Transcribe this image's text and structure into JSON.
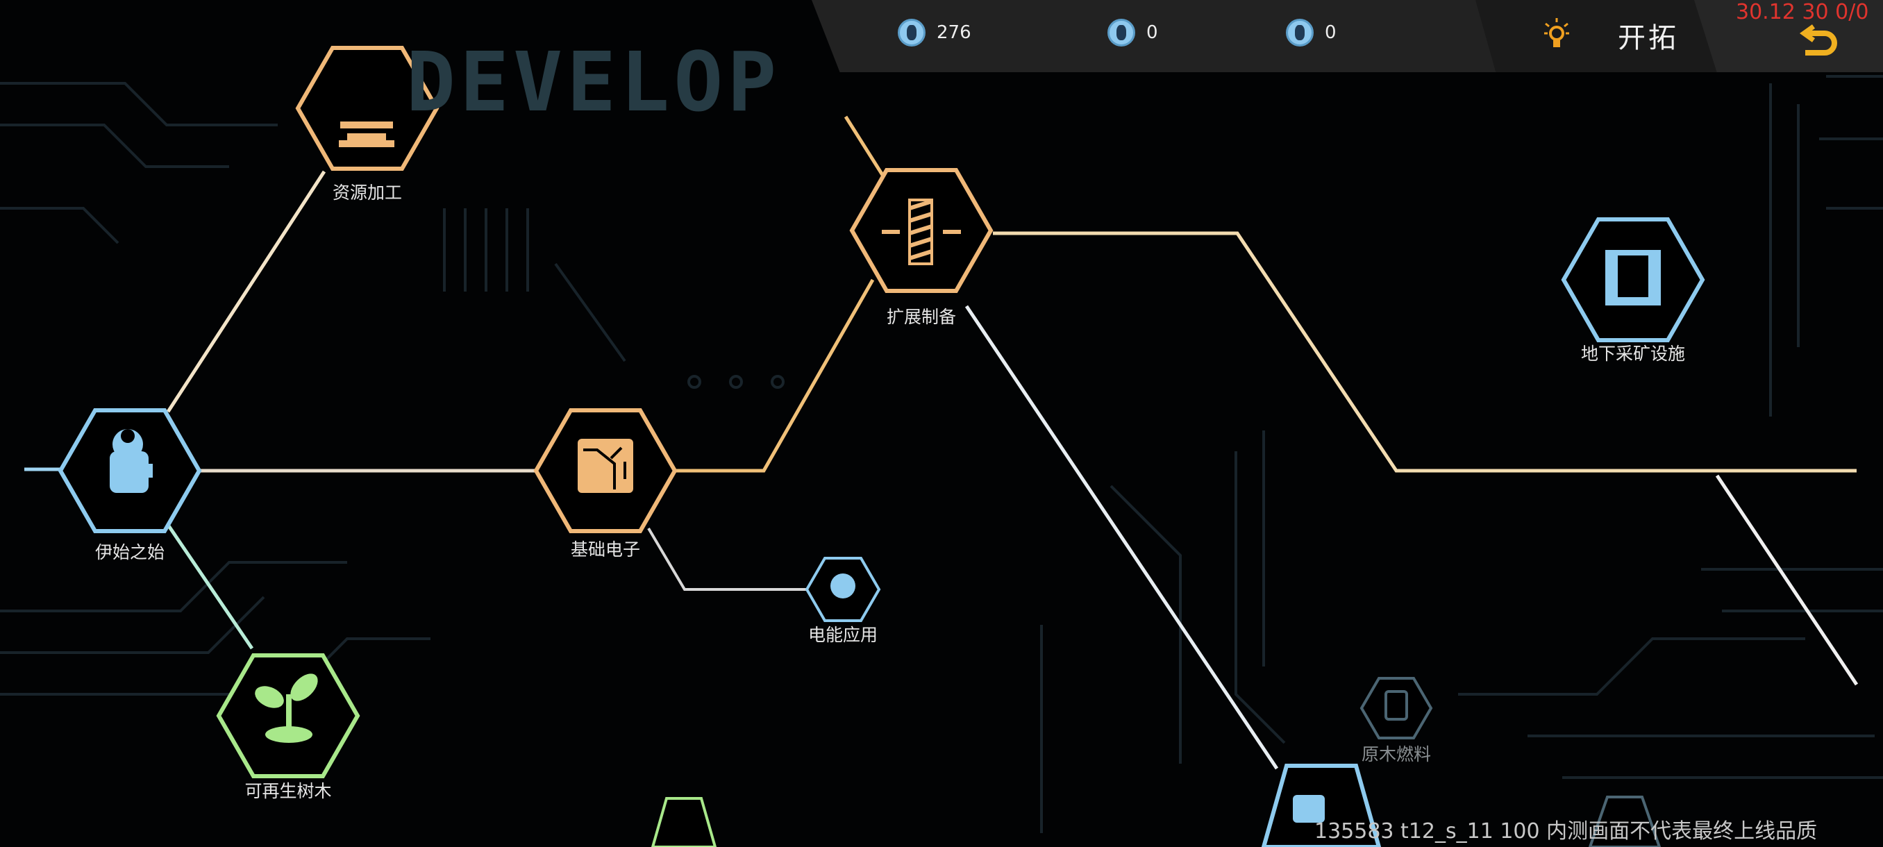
{
  "header": {
    "banner_title": "DEVELOP",
    "section_title": "开拓",
    "debug_readout": "30.12 30 0/0",
    "resources": [
      {
        "icon": "coin-icon",
        "value": "276"
      },
      {
        "icon": "coin-ii-icon",
        "value": "0"
      },
      {
        "icon": "coin-iii-icon",
        "value": "0"
      }
    ]
  },
  "nodes": {
    "origin": {
      "label": "伊始之始",
      "color": "#8ecbef"
    },
    "resource_processing": {
      "label": "资源加工",
      "color": "#f0b878"
    },
    "expansion_prep": {
      "label": "扩展制备",
      "color": "#f0b878"
    },
    "basic_electronics": {
      "label": "基础电子",
      "color": "#f0b878"
    },
    "power_application": {
      "label": "电能应用",
      "color": "#8ecbef"
    },
    "renewable_trees": {
      "label": "可再生树木",
      "color": "#a8e88a"
    },
    "underground_mining": {
      "label": "地下采矿设施",
      "color": "#8ecbef"
    },
    "log_fuel": {
      "label": "原木燃料",
      "color": "#6a8fa3"
    }
  },
  "footer": {
    "watermark": "135583 t12_s_11 100  内测画面不代表最终上线品质"
  }
}
